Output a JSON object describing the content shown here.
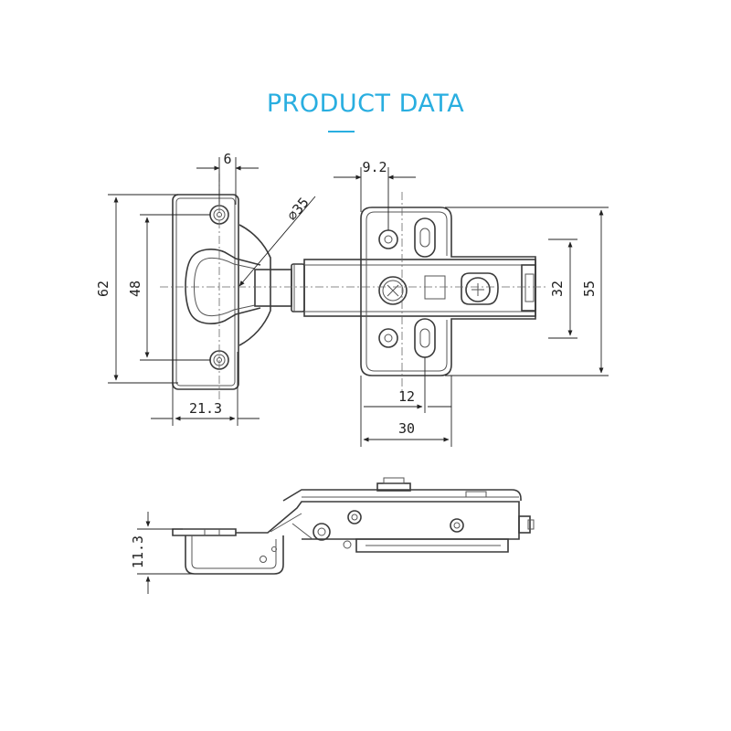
{
  "header": {
    "title": "PRODUCT DATA",
    "accent_color": "#29aee0"
  },
  "diagram": {
    "line_color": "#3a3a3a",
    "dimensions": {
      "d_cup_offset": "6",
      "d_cup_diameter": "35",
      "d_plate_offset": "9.2",
      "d_overall_height": "62",
      "d_hole_spacing": "48",
      "d_plate_height": "55",
      "d_plate_hole_spacing": "32",
      "d_cup_width": "21.3",
      "d_plate_hole_width": "12",
      "d_plate_width": "30",
      "d_cup_depth": "11.3"
    }
  }
}
